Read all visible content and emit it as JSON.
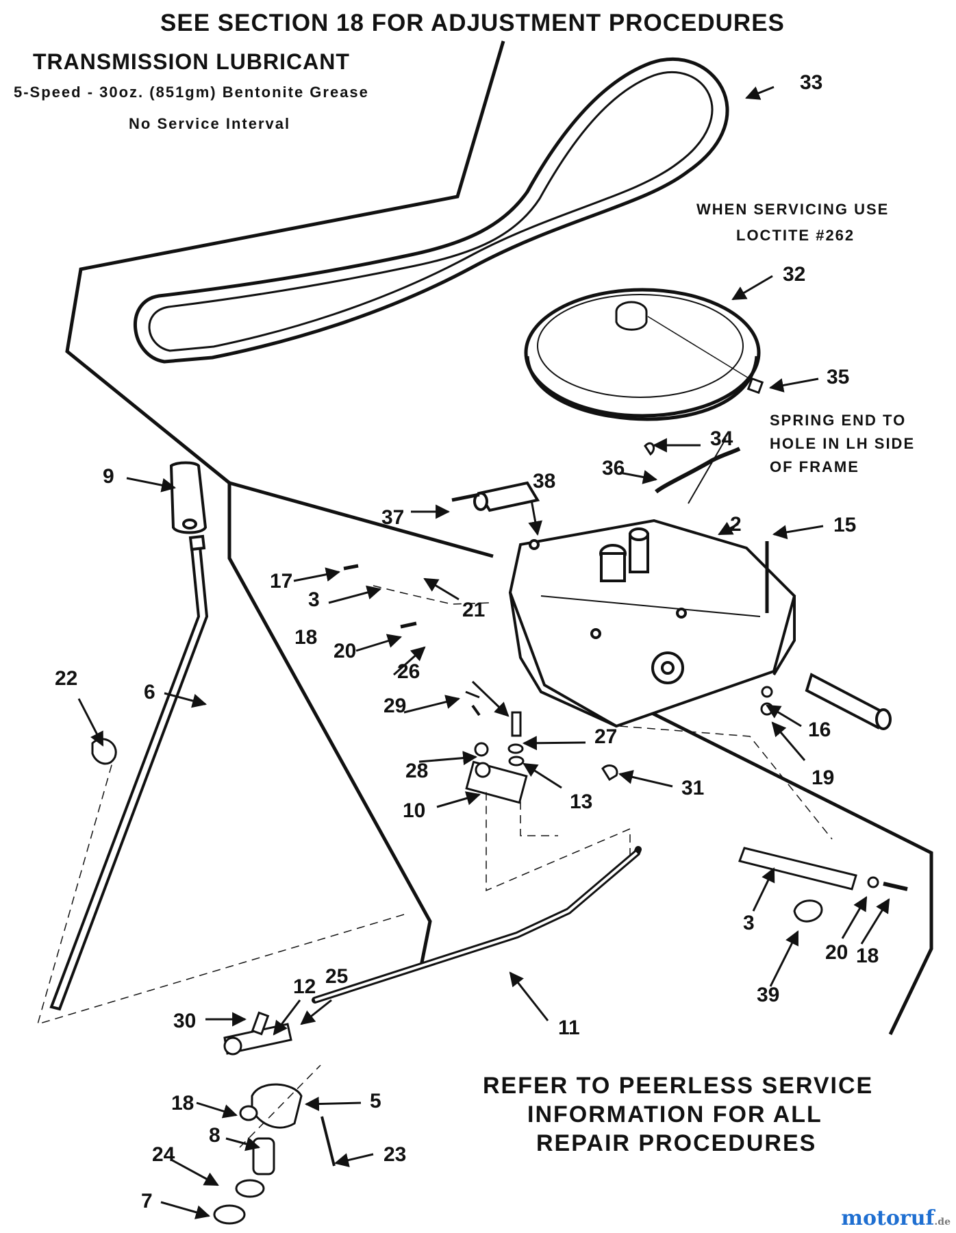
{
  "notes": {
    "adjustment": "SEE SECTION 18 FOR ADJUSTMENT PROCEDURES",
    "lubricant_title": "TRANSMISSION LUBRICANT",
    "lubricant_spec": "5-Speed - 30oz. (851gm) Bentonite Grease",
    "lubricant_interval": "No Service Interval",
    "loctite_line1": "WHEN SERVICING USE",
    "loctite_line2": "LOCTITE #262",
    "spring_line1": "SPRING END TO",
    "spring_line2": "HOLE IN LH SIDE",
    "spring_line3": "OF FRAME",
    "peerless_line1": "REFER TO PEERLESS SERVICE",
    "peerless_line2": "INFORMATION FOR ALL",
    "peerless_line3": "REPAIR PROCEDURES"
  },
  "callouts": [
    "33",
    "32",
    "35",
    "34",
    "36",
    "38",
    "37",
    "2",
    "15",
    "17",
    "21",
    "3",
    "18",
    "20",
    "26",
    "29",
    "27",
    "28",
    "13",
    "10",
    "16",
    "19",
    "31",
    "9",
    "22",
    "6",
    "3",
    "20",
    "18",
    "39",
    "12",
    "25",
    "30",
    "11",
    "18",
    "5",
    "8",
    "23",
    "24",
    "7"
  ],
  "watermark": {
    "brand": "motoruf",
    "tld": ".de"
  }
}
